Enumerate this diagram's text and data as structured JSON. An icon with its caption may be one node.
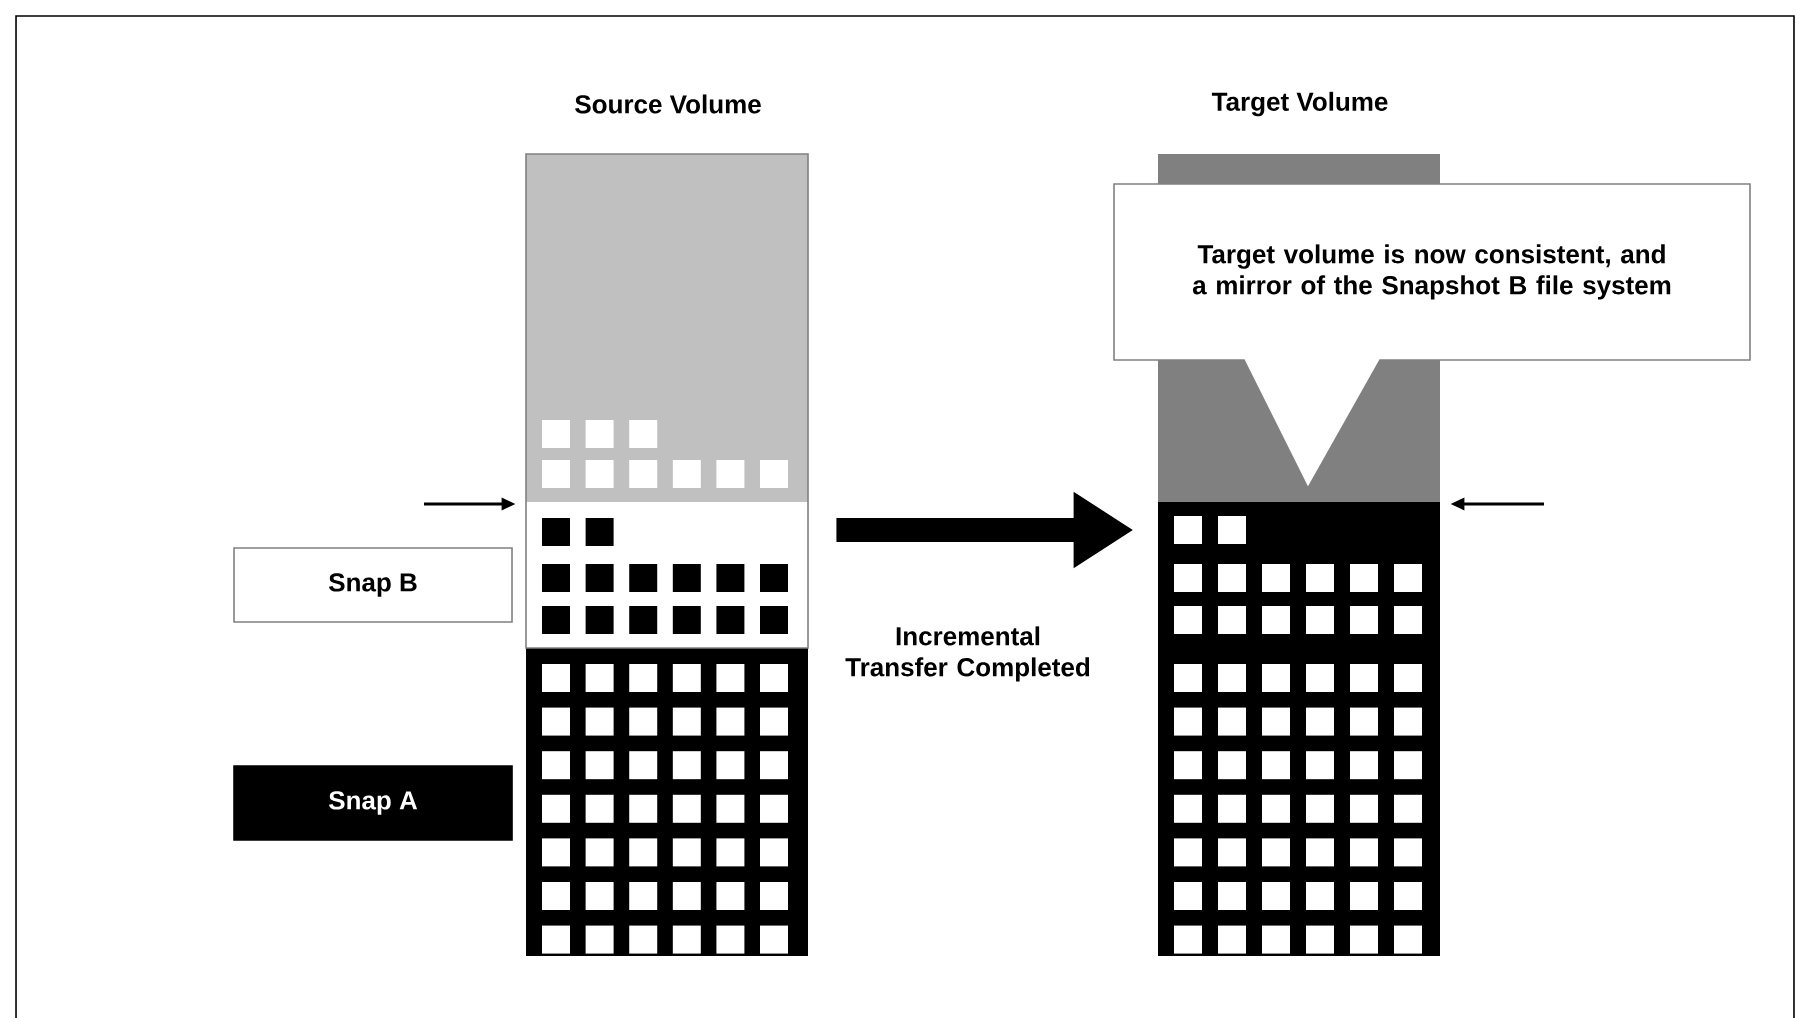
{
  "diagram": {
    "nodes": [
      {
        "text": [
          "Source Volume"
        ]
      },
      {
        "text": [
          "Snap B"
        ]
      },
      {
        "text": [
          "Snap A"
        ]
      },
      {
        "text": [
          "Target Volume"
        ]
      },
      {
        "text": [
          "Target volume is now consistent, and a mirror of the Snapshot B file system"
        ]
      }
    ],
    "edges": [
      {
        "from": 0,
        "to": 3,
        "arrow": "to",
        "label": "Incremental Transfer Completed",
        "style": "thick"
      },
      {
        "from": null,
        "to": 0,
        "arrow": "to"
      },
      {
        "from": null,
        "to": 3,
        "arrow": "to"
      }
    ]
  }
}
